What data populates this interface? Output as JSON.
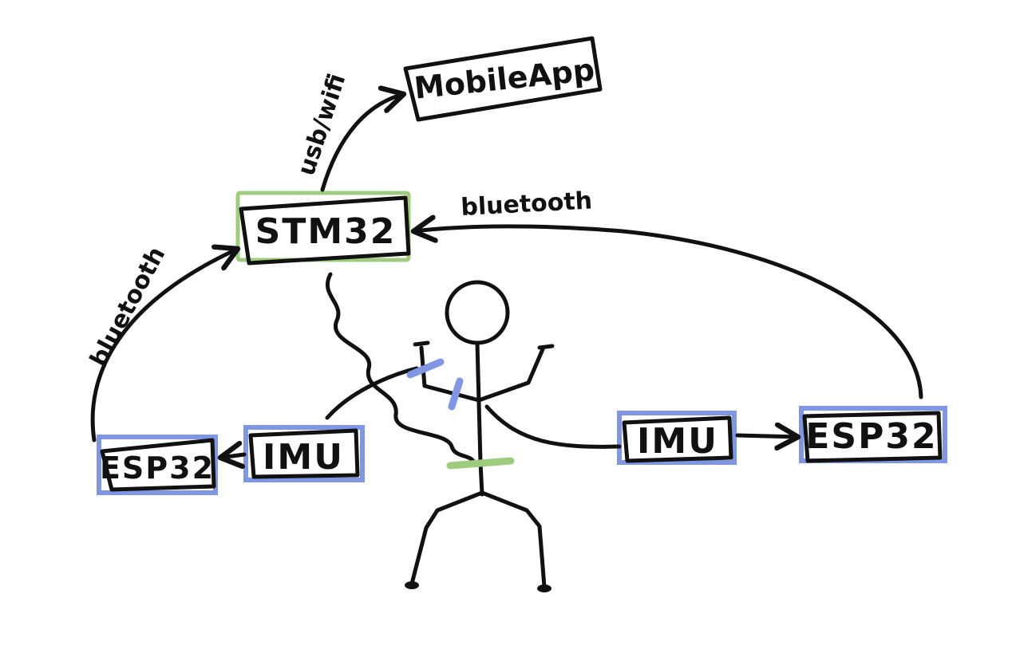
{
  "colors": {
    "ink": "#111111",
    "sensor_accent": "#7f97e3",
    "controller_accent": "#9fcb7e",
    "background": "#ffffff"
  },
  "nodes": {
    "mobile_app": {
      "label": "MobileApp"
    },
    "stm32": {
      "label": "STM32"
    },
    "esp32_left": {
      "label": "ESP32"
    },
    "imu_left": {
      "label": "IMU"
    },
    "imu_right": {
      "label": "IMU"
    },
    "esp32_right": {
      "label": "ESP32"
    }
  },
  "edges": {
    "stm32_to_app": {
      "label": "usb/wifi"
    },
    "left_esp_to_stm32": {
      "label": "bluetooth"
    },
    "right_esp_to_stm32": {
      "label": "bluetooth"
    }
  }
}
